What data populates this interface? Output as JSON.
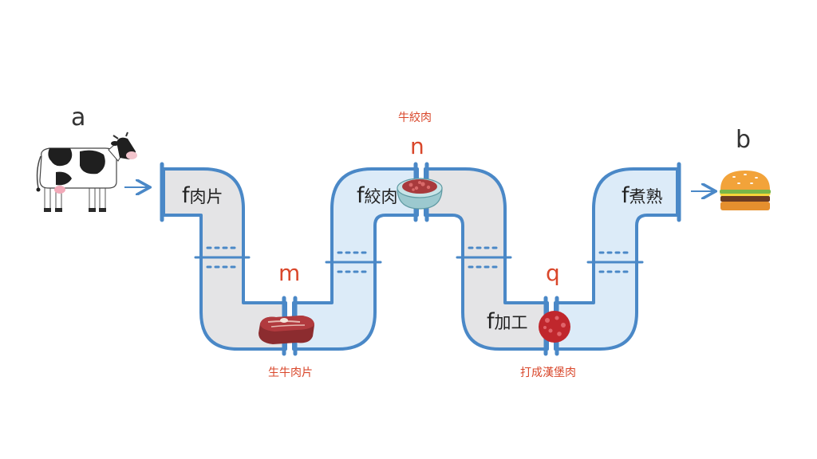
{
  "colors": {
    "pipe_stroke": "#4a88c7",
    "pipe_fill_gray": "#e4e4e6",
    "pipe_fill_blue": "#dcebf8",
    "accent_red": "#d9472b",
    "arrow": "#4a88c7"
  },
  "diagram": {
    "input_label": "a",
    "output_label": "b",
    "functions": [
      {
        "f": "f",
        "name": "肉片"
      },
      {
        "f": "f",
        "name": "絞肉"
      },
      {
        "f": "f",
        "name": "加工"
      },
      {
        "f": "f",
        "name": "煮熟"
      }
    ],
    "stages": [
      {
        "letter": "m",
        "caption": "生牛肉片"
      },
      {
        "letter": "n",
        "caption": "牛絞肉"
      },
      {
        "letter": "q",
        "caption": "打成漢堡肉"
      }
    ],
    "icons": {
      "input": "cow-icon",
      "stage_m": "steak-icon",
      "stage_n": "ground-beef-bowl-icon",
      "stage_q": "meat-patty-icon",
      "output": "hamburger-icon"
    }
  }
}
